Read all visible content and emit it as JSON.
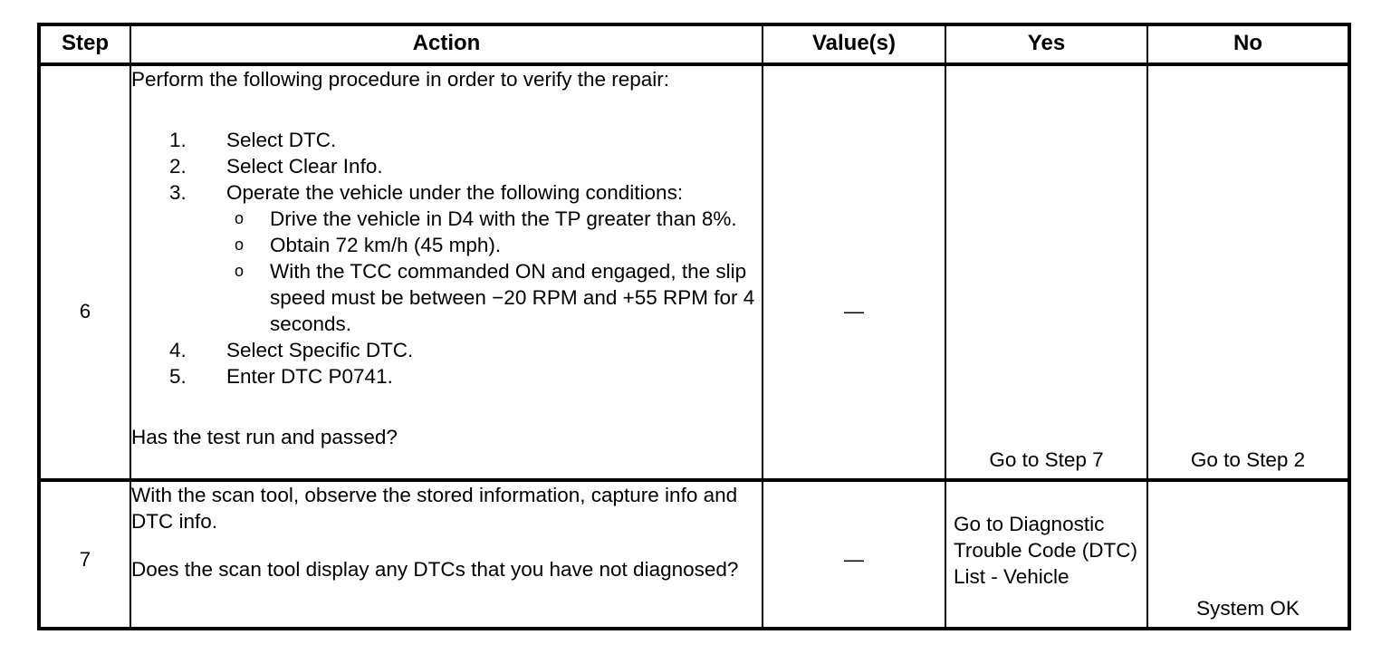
{
  "document": {
    "type": "diagnostic-procedure-table",
    "columns": [
      "Step",
      "Action",
      "Value(s)",
      "Yes",
      "No"
    ]
  },
  "table": {
    "headers": {
      "step": "Step",
      "action": "Action",
      "value": "Value(s)",
      "yes": "Yes",
      "no": "No"
    },
    "rows": [
      {
        "step": "6",
        "action": {
          "intro": "Perform the following procedure in order to verify the repair:",
          "steps": [
            {
              "marker": "1.",
              "text": "Select DTC."
            },
            {
              "marker": "2.",
              "text": "Select Clear Info."
            },
            {
              "marker": "3.",
              "text": "Operate the vehicle under the following conditions:",
              "substeps": [
                {
                  "bullet": "o",
                  "text": "Drive the vehicle in D4 with the TP greater than 8%."
                },
                {
                  "bullet": "o",
                  "text": "Obtain 72 km/h (45 mph)."
                },
                {
                  "bullet": "o",
                  "text": "With the TCC commanded ON and engaged, the slip speed must be between −20 RPM and +55 RPM for 4 seconds."
                }
              ]
            },
            {
              "marker": "4.",
              "text": "Select Specific DTC."
            },
            {
              "marker": "5.",
              "text": "Enter DTC P0741."
            }
          ],
          "question": "Has the test run and passed?"
        },
        "value": "—",
        "yes": "Go to Step 7",
        "no": "Go to Step 2"
      },
      {
        "step": "7",
        "action": {
          "intro": "With the scan tool, observe the stored information, capture info and DTC info.",
          "question": "Does the scan tool display any DTCs that you have not diagnosed?"
        },
        "value": "—",
        "yes": "Go to Diagnostic Trouble Code (DTC) List - Vehicle",
        "no": "System OK"
      }
    ]
  },
  "colors": {
    "border": "#000000",
    "text": "#000000",
    "background": "#ffffff"
  }
}
